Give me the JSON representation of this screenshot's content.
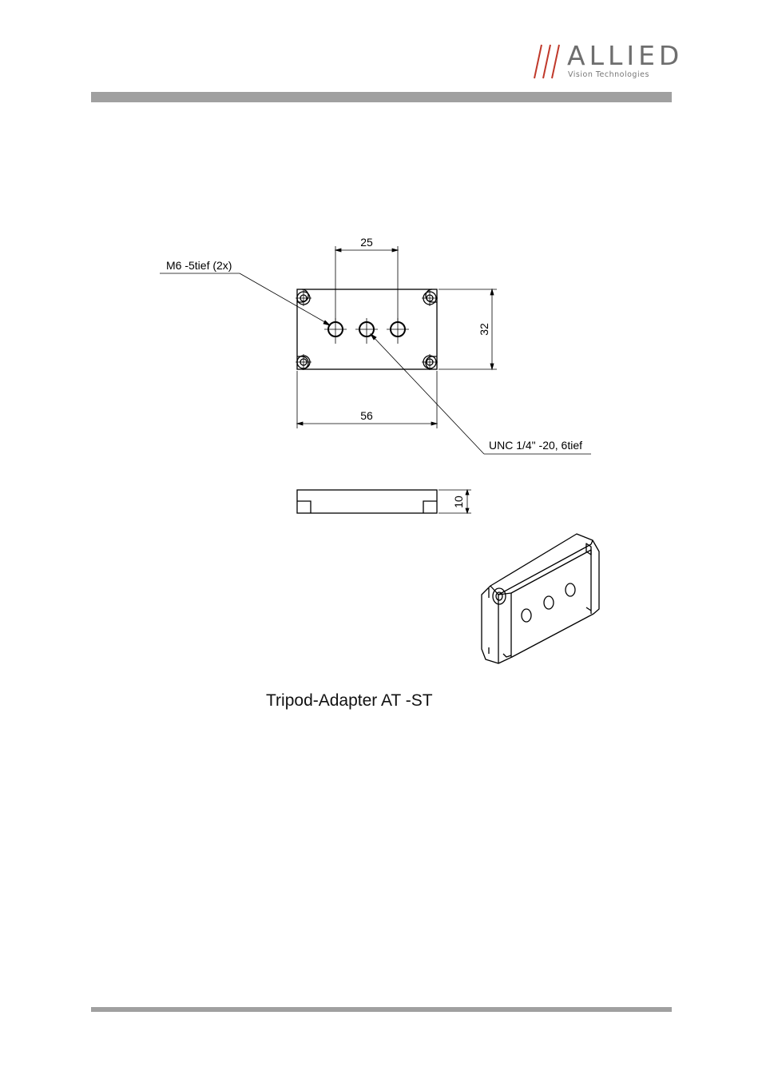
{
  "header": {
    "logo_name": "ALLIED",
    "logo_tagline": "Vision Technologies",
    "accent_color": "#c0392b",
    "bar_color": "#a0a0a0"
  },
  "drawing": {
    "dim_hole_spacing": "25",
    "dim_height": "32",
    "dim_width": "56",
    "dim_thickness": "10",
    "label_m6": "M6 -5tief (2x)",
    "label_unc": "UNC 1/4\" -20, 6tief"
  },
  "caption": "Tripod-Adapter AT -ST"
}
